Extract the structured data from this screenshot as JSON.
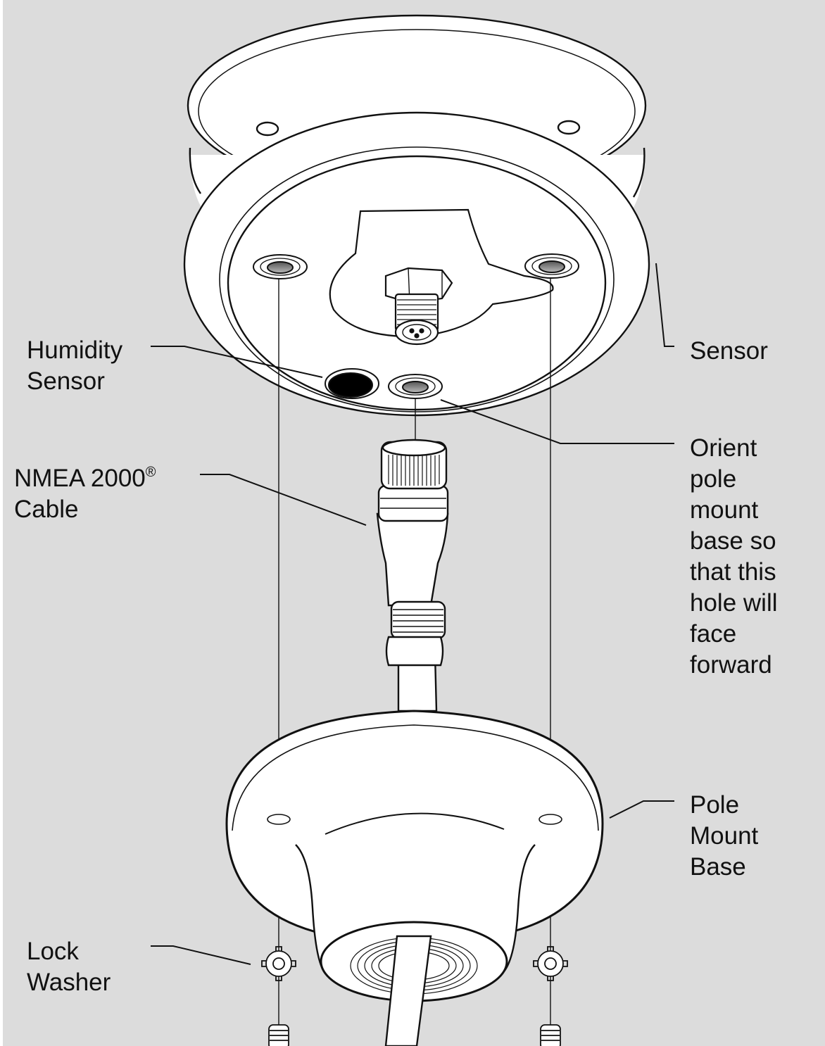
{
  "diagram": {
    "background": "#dcdcdc",
    "line_color": "#111111",
    "fill_color": "#ffffff",
    "labels": {
      "humidity_sensor": [
        "Humidity",
        "Sensor"
      ],
      "sensor": [
        "Sensor"
      ],
      "nmea_cable": {
        "main": "NMEA 2000",
        "superscript": "®",
        "second": "Cable"
      },
      "orient_note": [
        "Orient",
        "pole",
        "mount",
        "base so",
        "that this",
        "hole will",
        "face",
        "forward"
      ],
      "pole_mount_base": [
        "Pole",
        "Mount",
        "Base"
      ],
      "lock_washer": [
        "Lock",
        "Washer"
      ]
    }
  }
}
